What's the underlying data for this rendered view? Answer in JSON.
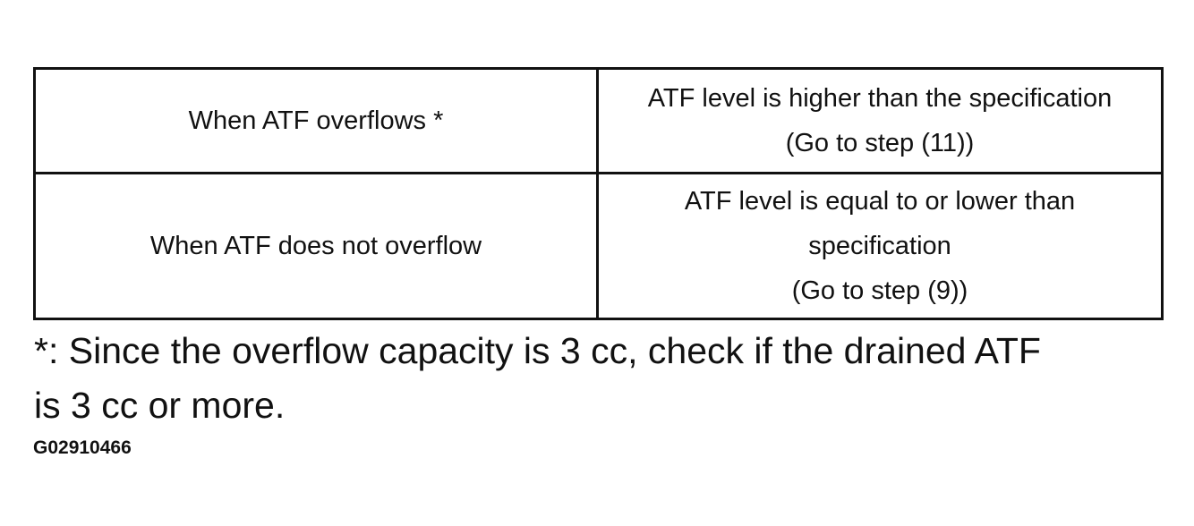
{
  "table": {
    "rows": [
      {
        "condition": "When ATF overflows *",
        "result_lines": [
          "ATF level is higher than the specification",
          "(Go to step (11))"
        ]
      },
      {
        "condition": "When ATF does not overflow",
        "result_lines": [
          "ATF level is equal to or lower than",
          "specification",
          "(Go to step (9))"
        ]
      }
    ]
  },
  "footnote": {
    "line1": "*: Since the overflow capacity is 3 cc, check if the drained ATF",
    "line2": "is 3 cc or more."
  },
  "figure_id": "G02910466"
}
